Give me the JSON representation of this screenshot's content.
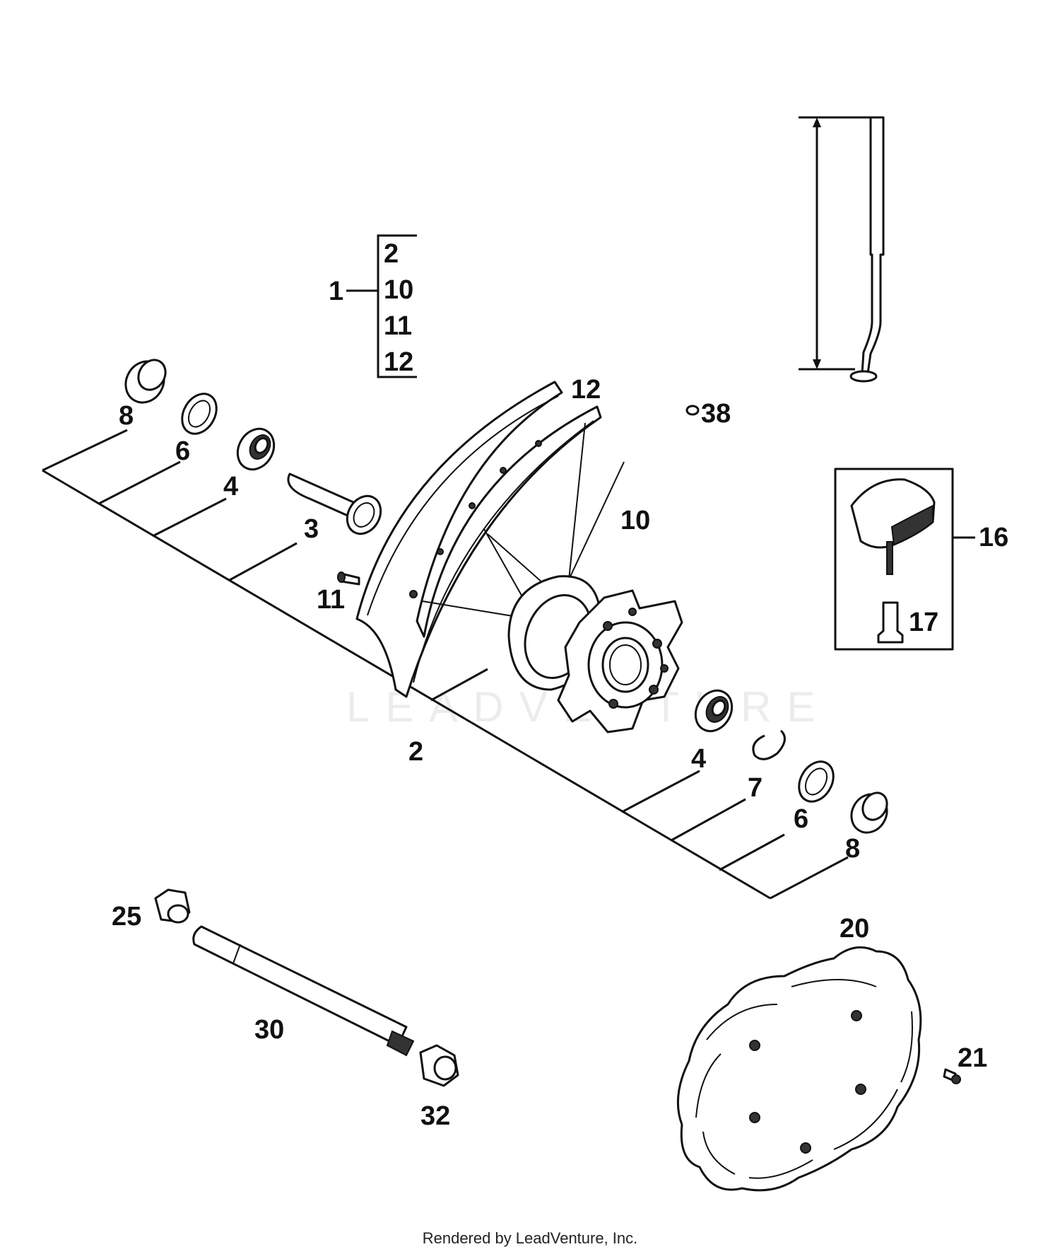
{
  "watermark": "LEADVENTURE",
  "credit": "Rendered by LeadVenture, Inc.",
  "callouts": {
    "kit_1": "1",
    "kit_items": [
      "2",
      "10",
      "11",
      "12"
    ],
    "p8a": "8",
    "p6a": "6",
    "p4a": "4",
    "p3": "3",
    "p11": "11",
    "p2": "2",
    "p12": "12",
    "p10": "10",
    "p38": "38",
    "p16": "16",
    "p17": "17",
    "p4b": "4",
    "p7": "7",
    "p6b": "6",
    "p8b": "8",
    "p25": "25",
    "p30": "30",
    "p32": "32",
    "p20": "20",
    "p21": "21"
  }
}
